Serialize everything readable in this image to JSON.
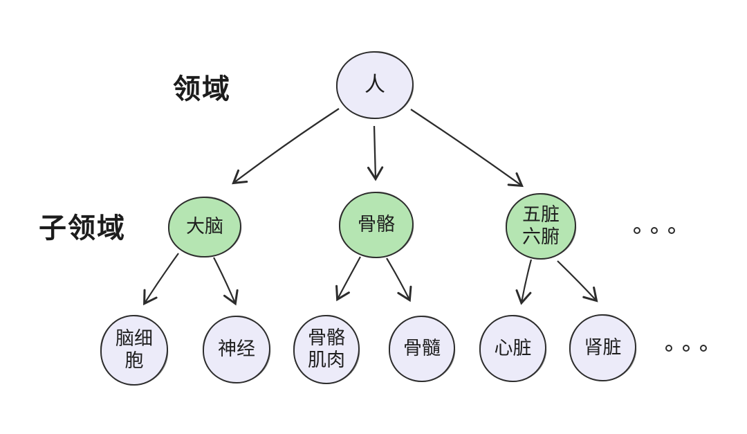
{
  "diagram": {
    "row_labels": {
      "domain": "领域",
      "subdomain": "子领域"
    },
    "root": {
      "label": "人"
    },
    "subdomains": [
      {
        "label": "大脑"
      },
      {
        "label": "骨骼"
      },
      {
        "label": "五脏\n六腑"
      }
    ],
    "leaves": [
      {
        "label": "脑细\n胞"
      },
      {
        "label": "神经"
      },
      {
        "label": "骨骼\n肌肉"
      },
      {
        "label": "骨髓"
      },
      {
        "label": "心脏"
      },
      {
        "label": "肾脏"
      }
    ],
    "ellipsis": {
      "subdomain_row_dot_count": 3,
      "leaf_row_dot_count": 3
    }
  },
  "colors": {
    "background": "#ffffff",
    "root_fill": "#ECEBF9",
    "subdomain_fill": "#B5E5B2",
    "leaf_fill": "#ECEBF9",
    "stroke": "#2d2d2d",
    "text": "#1e1e1e"
  }
}
